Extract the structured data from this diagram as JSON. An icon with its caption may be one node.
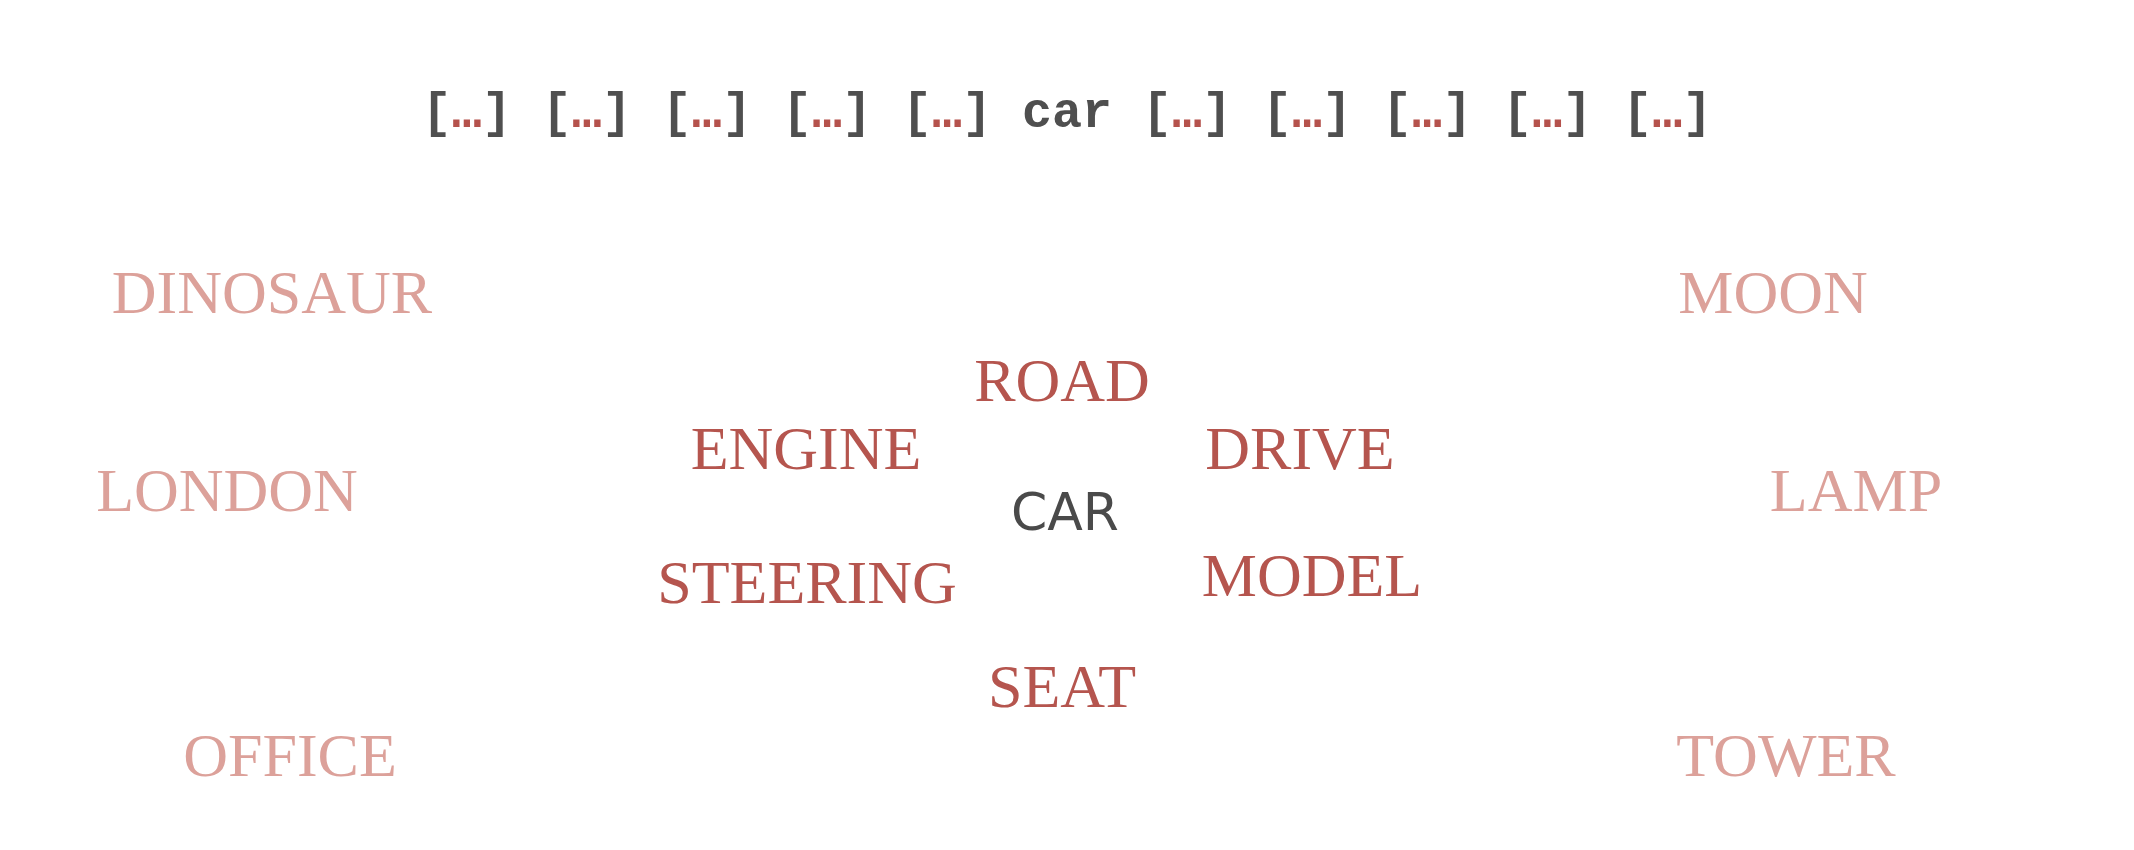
{
  "diagram": {
    "labels": [
      "[…]",
      "[…]",
      "[…]",
      "[…]",
      "[…]",
      "car",
      "[…]",
      "[…]",
      "[…]",
      "[…]",
      "[…]",
      "DINOSAUR",
      "MOON",
      "ROAD",
      "ENGINE",
      "DRIVE",
      "LONDON",
      "LAMP",
      "CAR",
      "STEERING",
      "MODEL",
      "SEAT",
      "OFFICE",
      "TOWER"
    ]
  }
}
